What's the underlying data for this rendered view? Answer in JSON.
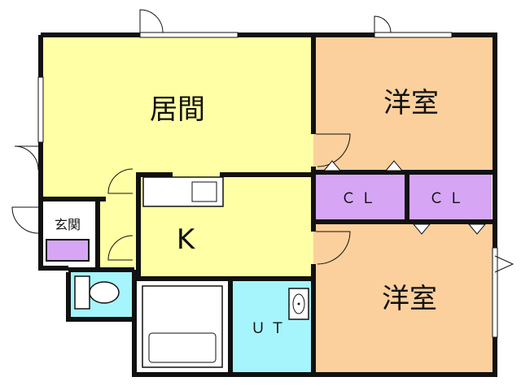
{
  "rooms": {
    "living": {
      "label": "居間",
      "color": "#ffffa6"
    },
    "western_top": {
      "label": "洋室",
      "color": "#fcd09d"
    },
    "western_bottom": {
      "label": "洋室",
      "color": "#fcd09d"
    },
    "kitchen": {
      "label": "K",
      "color": "#ffffa6"
    },
    "utility": {
      "label": "ＵＴ",
      "color": "#a6f5fc"
    },
    "entrance": {
      "label": "玄関"
    },
    "closet_left": {
      "label": "ＣＬ",
      "color": "#d6a6f5"
    },
    "closet_right": {
      "label": "ＣＬ",
      "color": "#d6a6f5"
    }
  },
  "colors": {
    "wall": "#111111",
    "fixture": "#c0c0c0",
    "shoe_box": "#d6a6f5",
    "toilet": "#a6f5fc"
  }
}
